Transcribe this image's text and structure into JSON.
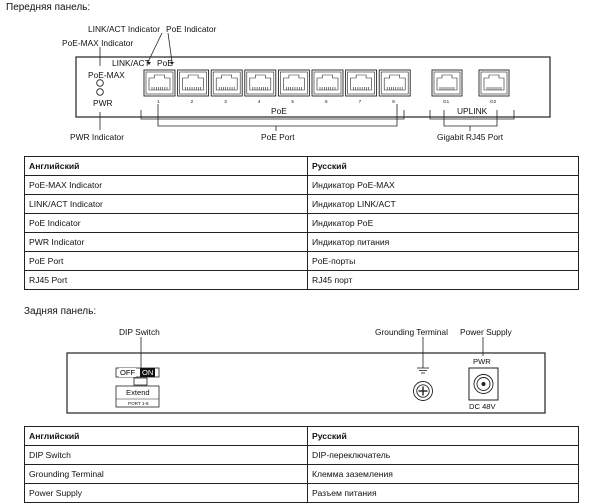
{
  "front": {
    "heading": "Передняя панель:",
    "callouts": {
      "link_act": "LINK/ACT Indicator",
      "poe_ind": "PoE Indicator",
      "poe_max": "PoE-MAX Indicator",
      "pwr_ind": "PWR Indicator",
      "poe_port": "PoE Port",
      "gigabit": "Gigabit RJ45 Port"
    },
    "panel": {
      "link_act": "LINK/ACT",
      "poe_led": "PoE",
      "poe_max": "PoE-MAX",
      "pwr": "PWR",
      "poe_group": "PoE",
      "uplink_group": "UPLINK",
      "port_numbers": [
        "1",
        "2",
        "3",
        "4",
        "5",
        "6",
        "7",
        "8"
      ],
      "uplink_numbers": [
        "G1",
        "G2"
      ]
    }
  },
  "front_table": {
    "headers": [
      "Английский",
      "Русский"
    ],
    "rows": [
      [
        "PoE-MAX Indicator",
        "Индикатор PoE-MAX"
      ],
      [
        "LINK/ACT Indicator",
        "Индикатор LINK/ACT"
      ],
      [
        "PoE Indicator",
        "Индикатор PoE"
      ],
      [
        "PWR Indicator",
        "Индикатор питания"
      ],
      [
        "PoE Port",
        "PoE-порты"
      ],
      [
        "RJ45 Port",
        "RJ45 порт"
      ]
    ]
  },
  "rear": {
    "heading": "Задняя панель:",
    "callouts": {
      "dip": "DIP Switch",
      "ground": "Grounding Terminal",
      "power": "Power Supply"
    },
    "panel": {
      "off": "OFF",
      "on": "ON",
      "extend": "Extend",
      "port_range": "PORT 1-8",
      "pwr": "PWR",
      "dc": "DC 48V"
    }
  },
  "rear_table": {
    "headers": [
      "Английский",
      "Русский"
    ],
    "rows": [
      [
        "DIP Switch",
        "DIP-переключатель"
      ],
      [
        "Grounding Terminal",
        "Клемма заземления"
      ],
      [
        "Power Supply",
        "Разъем питания"
      ]
    ]
  }
}
